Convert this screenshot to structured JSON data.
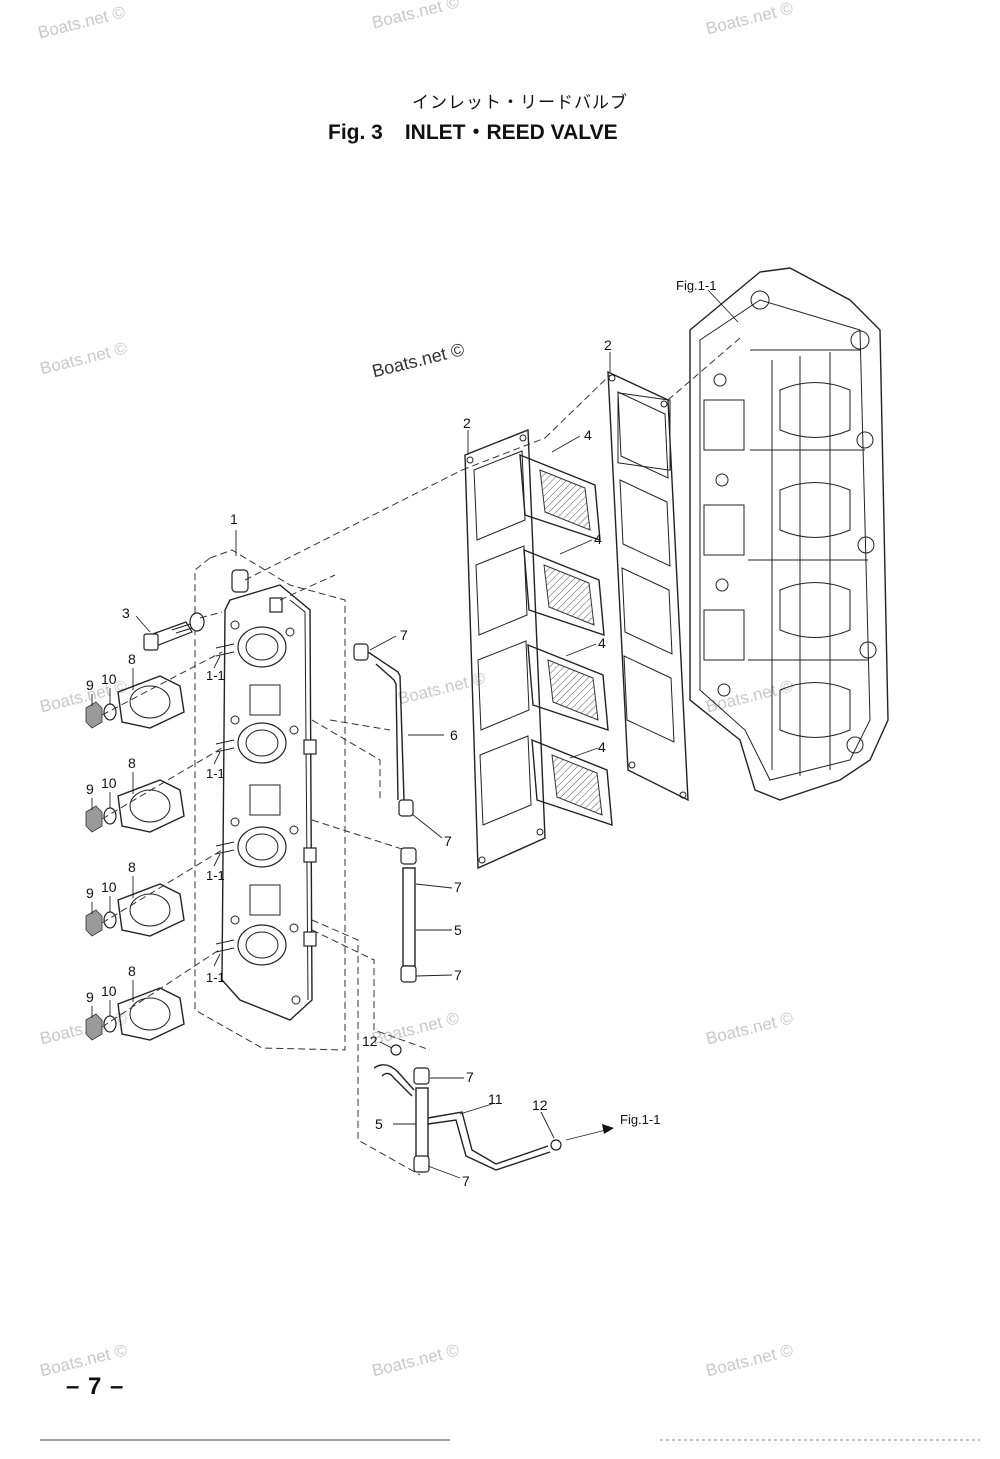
{
  "header": {
    "title_jp": "インレット・リードバルブ",
    "fig_number": "Fig. 3",
    "fig_name": "INLET・REED VALVE"
  },
  "watermark": "Boats.net ©",
  "page_number": "– 7 –",
  "labels": {
    "p1": "1",
    "p1_1": "1-1",
    "p2": "2",
    "p3": "3",
    "p4": "4",
    "p5": "5",
    "p6": "6",
    "p7": "7",
    "p8": "8",
    "p9": "9",
    "p10": "10",
    "p11": "11",
    "p12": "12",
    "ref_fig": "Fig.1-1"
  }
}
